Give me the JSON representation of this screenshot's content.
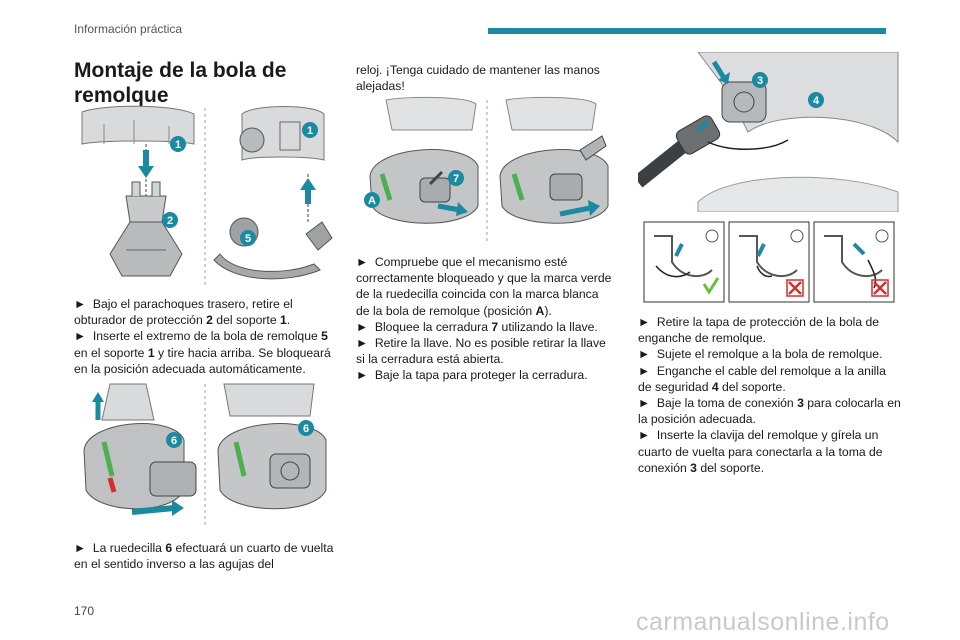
{
  "header": {
    "section_label": "Información práctica",
    "accent_color": "#1a8aa0"
  },
  "section": {
    "title": "Montaje de la bola de remolque"
  },
  "figures": {
    "fig1": {
      "callouts": [
        "1",
        "2",
        "1",
        "5"
      ]
    },
    "fig2": {
      "callouts": [
        "6",
        "6"
      ]
    },
    "fig3": {
      "callouts": [
        "7",
        "A"
      ]
    },
    "fig4": {
      "callouts": [
        "3",
        "4"
      ]
    },
    "fig5": {
      "icons": [
        "check-icon",
        "cross-icon",
        "cross-icon"
      ]
    }
  },
  "col1": {
    "para1": [
      {
        "bullet": "►",
        "parts": [
          {
            "t": "Bajo el parachoques trasero, retire el obturador de protección "
          },
          {
            "t": "2",
            "b": true
          },
          {
            "t": " del soporte "
          },
          {
            "t": "1",
            "b": true
          },
          {
            "t": "."
          }
        ]
      },
      {
        "bullet": "►",
        "parts": [
          {
            "t": "Inserte el extremo de la bola de remolque "
          },
          {
            "t": "5",
            "b": true
          },
          {
            "t": " en el soporte "
          },
          {
            "t": "1",
            "b": true
          },
          {
            "t": " y tire hacia arriba. Se bloqueará en la posición adecuada automáticamente."
          }
        ]
      }
    ],
    "para2": [
      {
        "bullet": "►",
        "parts": [
          {
            "t": "La ruedecilla "
          },
          {
            "t": "6",
            "b": true
          },
          {
            "t": " efectuará un cuarto de vuelta en el sentido inverso a las agujas del"
          }
        ]
      }
    ]
  },
  "col2": {
    "intro": "reloj. ¡Tenga cuidado de mantener las manos alejadas!",
    "items": [
      {
        "bullet": "►",
        "parts": [
          {
            "t": "Compruebe que el mecanismo esté correctamente bloqueado y que la marca verde de la ruedecilla coincida con la marca blanca de la bola de remolque (posición "
          },
          {
            "t": "A",
            "b": true
          },
          {
            "t": ")."
          }
        ]
      },
      {
        "bullet": "►",
        "parts": [
          {
            "t": "Bloquee la cerradura "
          },
          {
            "t": "7",
            "b": true
          },
          {
            "t": " utilizando la llave."
          }
        ]
      },
      {
        "bullet": "►",
        "parts": [
          {
            "t": "Retire la llave. No es posible retirar la llave si la cerradura está abierta."
          }
        ]
      },
      {
        "bullet": "►",
        "parts": [
          {
            "t": "Baje la tapa para proteger la cerradura."
          }
        ]
      }
    ]
  },
  "col3": {
    "items": [
      {
        "bullet": "►",
        "parts": [
          {
            "t": "Retire la tapa de protección de la bola de enganche de remolque."
          }
        ]
      },
      {
        "bullet": "►",
        "parts": [
          {
            "t": "Sujete el remolque a la bola de remolque."
          }
        ]
      },
      {
        "bullet": "►",
        "parts": [
          {
            "t": "Enganche el cable del remolque a la anilla de seguridad "
          },
          {
            "t": "4",
            "b": true
          },
          {
            "t": " del soporte."
          }
        ]
      },
      {
        "bullet": "►",
        "parts": [
          {
            "t": "Baje la toma de conexión "
          },
          {
            "t": "3",
            "b": true
          },
          {
            "t": " para colocarla en la posición adecuada."
          }
        ]
      },
      {
        "bullet": "►",
        "parts": [
          {
            "t": "Inserte la clavija del remolque y gírela un cuarto de vuelta para conectarla a la toma de conexión "
          },
          {
            "t": "3",
            "b": true
          },
          {
            "t": " del soporte."
          }
        ]
      }
    ]
  },
  "footer": {
    "page_number": "170",
    "watermark": "carmanualsonline.info"
  }
}
